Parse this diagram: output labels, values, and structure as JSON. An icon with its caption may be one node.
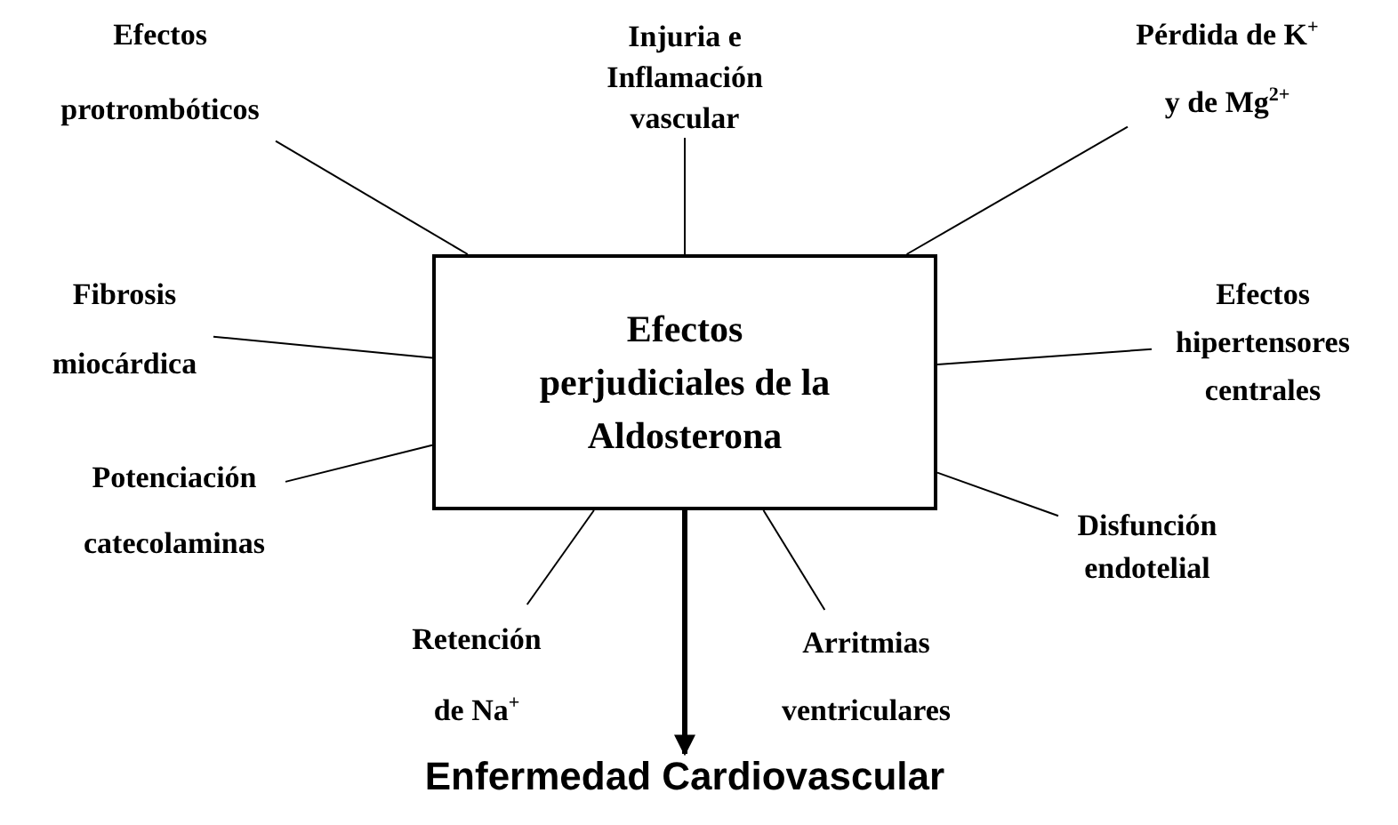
{
  "diagram": {
    "nodes": [
      {
        "text": [
          "Efectos perjudiciales de la Aldosterona"
        ]
      },
      {
        "text": [
          "Efectos protrombóticos"
        ]
      },
      {
        "text": [
          "Injuria e Inflamación vascular"
        ]
      },
      {
        "text": [
          "Pérdida de K$^{+}$ y de Mg$^{2+}$"
        ]
      },
      {
        "text": [
          "Fibrosis miocárdica"
        ]
      },
      {
        "text": [
          "Efectos hipertensores centrales"
        ]
      },
      {
        "text": [
          "Potenciación catecolaminas"
        ]
      },
      {
        "text": [
          "Disfunción endotelial"
        ]
      },
      {
        "text": [
          "Retención de Na$^{+}$"
        ]
      },
      {
        "text": [
          "Arritmias ventriculares"
        ]
      },
      {
        "text": [
          "Enfermedad Cardiovascular"
        ]
      }
    ],
    "edges": [
      {
        "from": 1,
        "to": 0,
        "arrow": "none"
      },
      {
        "from": 2,
        "to": 0,
        "arrow": "none"
      },
      {
        "from": 3,
        "to": 0,
        "arrow": "none"
      },
      {
        "from": 4,
        "to": 0,
        "arrow": "none"
      },
      {
        "from": 5,
        "to": 0,
        "arrow": "none"
      },
      {
        "from": 6,
        "to": 0,
        "arrow": "none"
      },
      {
        "from": 7,
        "to": 0,
        "arrow": "none"
      },
      {
        "from": 8,
        "to": 0,
        "arrow": "none"
      },
      {
        "from": 9,
        "to": 0,
        "arrow": "none"
      },
      {
        "from": 0,
        "to": 10,
        "arrow": "to",
        "style": "thick"
      }
    ]
  }
}
